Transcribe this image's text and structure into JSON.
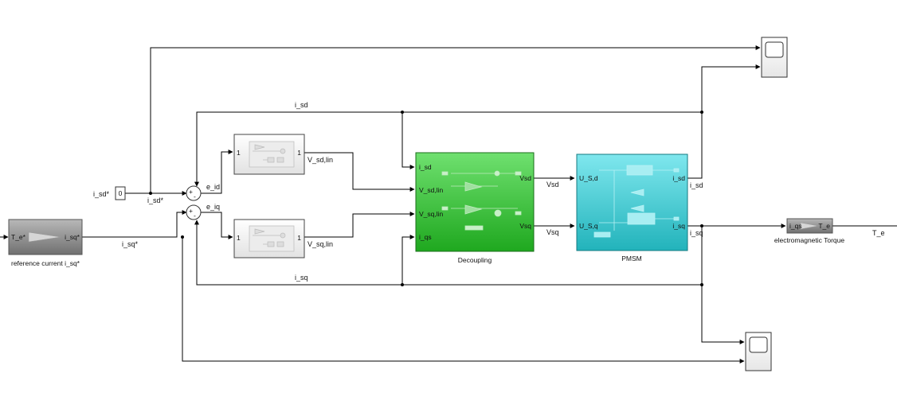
{
  "blocks": {
    "ref_current": {
      "name": "reference current i_sq*",
      "in_port": "T_e*",
      "out_port": "i_sq*"
    },
    "constant": {
      "value": "0"
    },
    "decoupling": {
      "name": "Decoupling",
      "in_ports": [
        "i_sd",
        "V_sd,lin",
        "V_sq,lin",
        "i_qs"
      ],
      "out_ports": [
        "Vsd",
        "Vsq"
      ]
    },
    "pmsm": {
      "name": "PMSM",
      "in_ports": [
        "U_S,d",
        "U_S,q"
      ],
      "out_ports": [
        "i_sd",
        "i_sq"
      ]
    },
    "torque": {
      "name": "electromagnetic Torque",
      "in_port": "i_qs",
      "out_port": "T_e"
    },
    "controller_d": {
      "in_port": "1",
      "out_port": "1"
    },
    "controller_q": {
      "in_port": "1",
      "out_port": "1"
    },
    "sum_signs": {
      "plus": "+",
      "minus": "-"
    }
  },
  "signals": {
    "i_sd_star_in": "i_sd*",
    "i_sd_star": "i_sd*",
    "i_sq_star": "i_sq*",
    "e_id": "e_id",
    "e_iq": "e_iq",
    "v_sd_lin": "V_sd,lin",
    "v_sq_lin": "V_sq,lin",
    "vsd": "Vsd",
    "vsq": "Vsq",
    "i_sd_out": "i_sd",
    "i_sq_out": "i_sq",
    "i_sd_fb": "i_sd",
    "i_sq_fb": "i_sq",
    "t_e": "T_e"
  },
  "colors": {
    "decoupling": "#3bc23b",
    "pmsm": "#35c4cc",
    "gain_block": "#8f8f8f",
    "subsystem": "#f2f2f2"
  }
}
